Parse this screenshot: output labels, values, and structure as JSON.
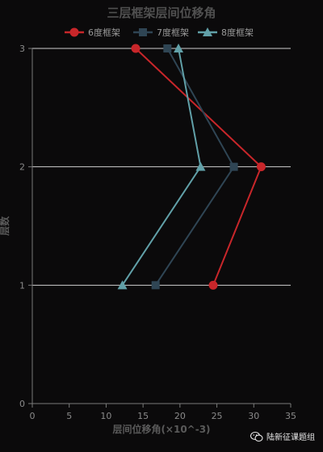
{
  "chart_data": {
    "type": "line",
    "title": "三层框架层间位移角",
    "xlabel": "层间位移角(×10^-3)",
    "ylabel": "层数",
    "xlim": [
      0,
      35
    ],
    "ylim": [
      0,
      3
    ],
    "x_ticks": [
      "0",
      "5",
      "10",
      "15",
      "20",
      "25",
      "30",
      "35"
    ],
    "y_ticks": [
      "0",
      "1",
      "2",
      "3"
    ],
    "legend_position": "top-center",
    "series": [
      {
        "name": "6度框架",
        "color": "#c8262a",
        "marker": "circle",
        "points": [
          {
            "x": 24.5,
            "y": 1
          },
          {
            "x": 31.0,
            "y": 2
          },
          {
            "x": 14.0,
            "y": 3
          }
        ]
      },
      {
        "name": "7度框架",
        "color": "#2f4554",
        "marker": "square",
        "points": [
          {
            "x": 16.7,
            "y": 1
          },
          {
            "x": 27.3,
            "y": 2
          },
          {
            "x": 18.3,
            "y": 3
          }
        ]
      },
      {
        "name": "8度框架",
        "color": "#61a0a8",
        "marker": "triangle",
        "points": [
          {
            "x": 12.2,
            "y": 1
          },
          {
            "x": 22.8,
            "y": 2
          },
          {
            "x": 19.8,
            "y": 3
          }
        ]
      }
    ]
  },
  "watermark": {
    "text": "陆新征课题组",
    "icon": "wechat-icon"
  }
}
